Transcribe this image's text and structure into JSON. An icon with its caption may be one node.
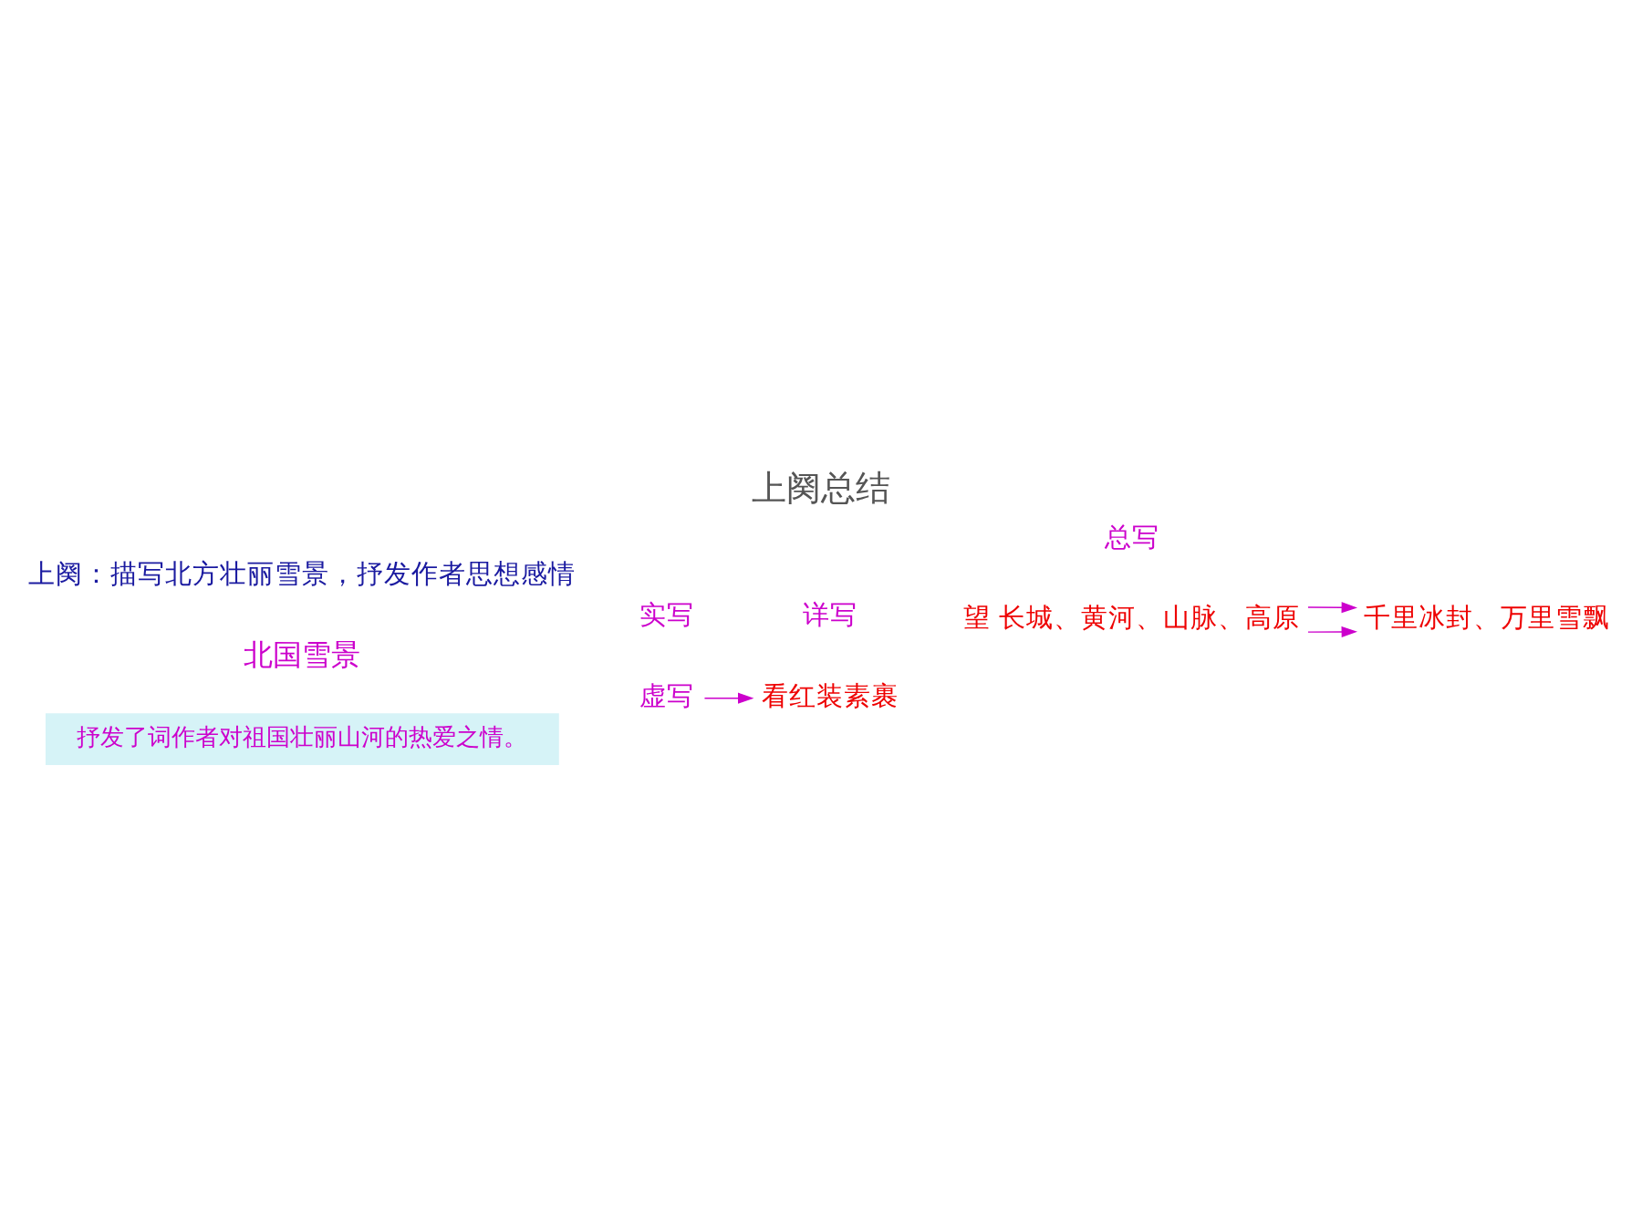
{
  "diagram": {
    "title": "上阕总结",
    "nodes": [
      {
        "text": [
          "北国雪景"
        ]
      },
      {
        "text": [
          "实写"
        ]
      },
      {
        "text": [
          "虚写"
        ]
      },
      {
        "text": [
          "总写"
        ]
      },
      {
        "text": [
          "详写"
        ]
      },
      {
        "text": [
          "千里冰封、万里雪飘"
        ]
      },
      {
        "text": [
          "望 长城、黄河、山脉、高原"
        ]
      },
      {
        "text": [
          "看红装素裹"
        ]
      },
      {
        "text": [
          "抒发了词作者对祖国壮丽山河的热爱之情。"
        ]
      }
    ],
    "edges": [
      {
        "from": 6,
        "to": 5,
        "arrow": "to"
      },
      {
        "from": 6,
        "to": 5,
        "arrow": "to"
      },
      {
        "from": 2,
        "to": 7,
        "arrow": "to"
      }
    ],
    "labels": [
      "上阕：描写北方壮丽雪景，抒发作者思想感情"
    ]
  }
}
